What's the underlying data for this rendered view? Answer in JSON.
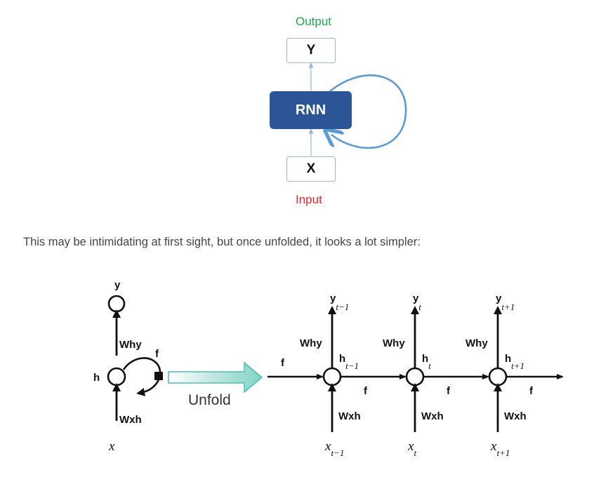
{
  "top": {
    "output_label": "Output",
    "output_box": "Y",
    "rnn_label": "RNN",
    "input_box": "X",
    "input_label": "Input",
    "colors": {
      "output": "#1fa94f",
      "input": "#e8262a",
      "rnn": "#2b5597",
      "loop": "#5b9bd5"
    }
  },
  "caption": "This may be intimidating at first sight, but once unfolded, it looks a lot simpler:",
  "folded": {
    "y": "y",
    "h": "h",
    "x": "x",
    "why": "Why",
    "wxh": "Wxh",
    "f": "f"
  },
  "unfold_label": "Unfold",
  "unfolded": {
    "f_in": "f",
    "steps": [
      {
        "y": "y",
        "y_sub": "t−1",
        "why": "Why",
        "h": "h",
        "h_sub": "t−1",
        "f": "f",
        "wxh": "Wxh",
        "x": "x",
        "x_sub": "t−1"
      },
      {
        "y": "y",
        "y_sub": "t",
        "why": "Why",
        "h": "h",
        "h_sub": "t",
        "f": "f",
        "wxh": "Wxh",
        "x": "x",
        "x_sub": "t"
      },
      {
        "y": "y",
        "y_sub": "t+1",
        "why": "Why",
        "h": "h",
        "h_sub": "t+1",
        "f": "f",
        "wxh": "Wxh",
        "x": "x",
        "x_sub": "t+1"
      }
    ]
  }
}
